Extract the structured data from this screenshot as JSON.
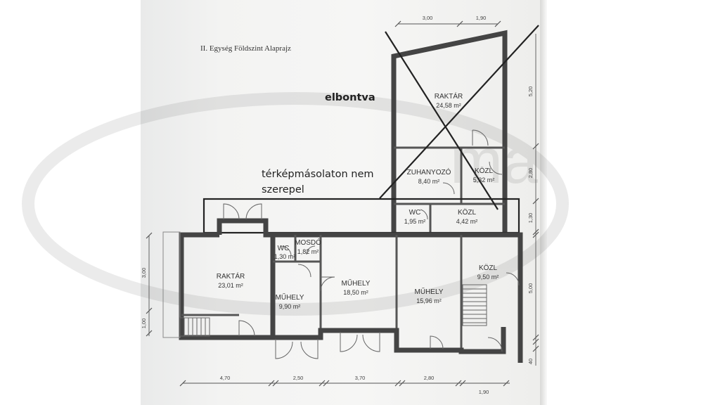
{
  "title": "II. Egység Földszint Alaprajz",
  "annotations": {
    "demolished": "elbontva",
    "not_on_map_line1": "térképmásolaton nem",
    "not_on_map_line2": "szerepel"
  },
  "rooms": [
    {
      "label": "RAKTÁR",
      "area": "24,58 m²"
    },
    {
      "label": "ZUHANYOZÓ",
      "area": "8,40 m²"
    },
    {
      "label": "KÖZL",
      "area": "5,32 m²"
    },
    {
      "label": "WC",
      "area": "1,95 m²"
    },
    {
      "label": "KÖZL",
      "area": "4,42 m²"
    },
    {
      "label": "RAKTÁR",
      "area": "23,01 m²"
    },
    {
      "label": "WC",
      "area": "1,30 m²"
    },
    {
      "label": "MOSDÓ",
      "area": "1,82 m²"
    },
    {
      "label": "MŰHELY",
      "area": "9,90 m²"
    },
    {
      "label": "MŰHELY",
      "area": "18,50 m²"
    },
    {
      "label": "MŰHELY",
      "area": "15,96 m²"
    },
    {
      "label": "KÖZL",
      "area": "9,50 m²"
    }
  ],
  "dimensions": {
    "top": [
      "3,00",
      "1,90"
    ],
    "bottom": [
      "4,70",
      "2,50",
      "3,70",
      "2,80",
      "1,90"
    ],
    "left": [
      "3,00",
      "1,00"
    ],
    "right": [
      "5,20",
      "2,80",
      "1,30",
      "5,00",
      "40"
    ]
  },
  "colors": {
    "line": "#444444",
    "paper": "#f3f3f2",
    "ink": "#222222"
  }
}
